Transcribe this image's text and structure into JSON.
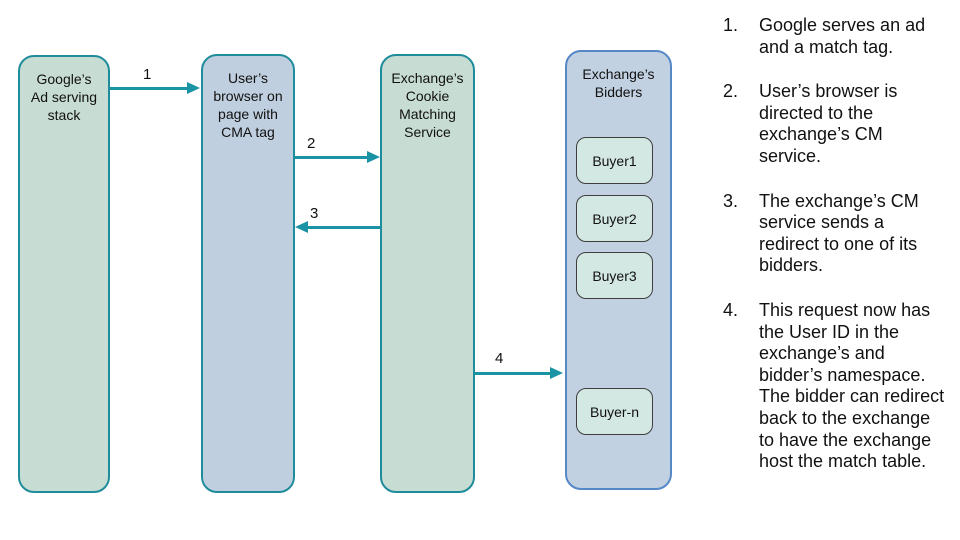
{
  "boxes": {
    "google": {
      "label": "Google’s\nAd serving\nstack"
    },
    "browser": {
      "label": "User’s\nbrowser on\npage with\nCMA tag"
    },
    "cm_service": {
      "label": "Exchange’s\nCookie\nMatching\nService"
    },
    "bidders": {
      "label": "Exchange’s\nBidders",
      "buyers": [
        "Buyer1",
        "Buyer2",
        "Buyer3",
        "Buyer-n"
      ]
    }
  },
  "arrows": [
    {
      "label": "1",
      "from": "google",
      "to": "browser",
      "direction": "right"
    },
    {
      "label": "2",
      "from": "browser",
      "to": "cm_service",
      "direction": "right"
    },
    {
      "label": "3",
      "from": "cm_service",
      "to": "browser",
      "direction": "left"
    },
    {
      "label": "4",
      "from": "cm_service",
      "to": "bidders",
      "direction": "right"
    }
  ],
  "steps": [
    {
      "num": "1.",
      "text": "Google serves an ad and a match tag."
    },
    {
      "num": "2.",
      "text": "User’s browser is directed to the exchange’s CM service."
    },
    {
      "num": "3.",
      "text": "The exchange’s CM service sends a redirect to one of its bidders."
    },
    {
      "num": "4.",
      "text": "This request now has the User ID in the exchange’s and bidder’s namespace. The bidder can redirect back to the exchange to have the exchange host the match table."
    }
  ],
  "colors": {
    "teal_border": "#1f8c9c",
    "teal_arrow": "#1a93a4",
    "green_fill": "#c7dcd2",
    "blue_fill": "#c0cfdf",
    "bidders_fill": "#c2d1e1",
    "bidders_border": "#5588c7",
    "buyer_fill": "#d3e8e2",
    "buyer_border": "#3e3e3e",
    "text": "#111111",
    "background": "#ffffff"
  }
}
